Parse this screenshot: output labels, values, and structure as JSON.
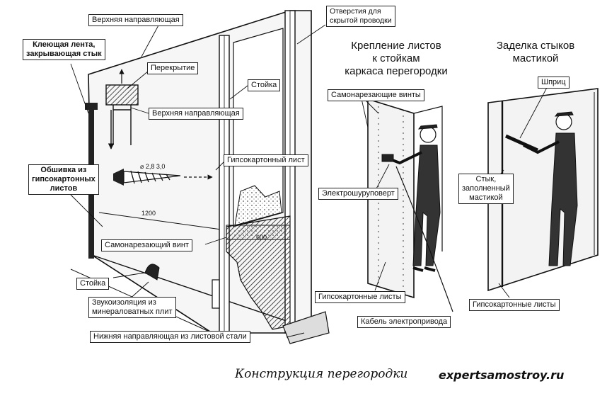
{
  "labels": {
    "top_guide_1": "Верхняя направляющая",
    "adhesive_tape": "Клеющая лента,\nзакрывающая стык",
    "floor_slab": "Перекрытие",
    "top_guide_2": "Верхняя направляющая",
    "stud_top": "Стойка",
    "wiring_holes": "Отверстия для\nскрытой проводки",
    "drywall_sheet": "Гипсокартонный лист",
    "sheathing": "Обшивка из\nгипсокартонных\nлистов",
    "screw_dims": "⌀ 2,8   3,0",
    "dim_1200": "1200",
    "dim_600": "600",
    "self_tapping_screw": "Самонарезающий винт",
    "stud_bottom": "Стойка",
    "sound_insulation": "Звукоизоляция из\nминераловатных плит",
    "bottom_guide": "Нижняя направляющая из листовой стали",
    "screws": "Самонарезающие винты",
    "screwdriver": "Электрошуруповерт",
    "drywall_sheets_1": "Гипсокартонные листы",
    "power_cable": "Кабель электропривода",
    "syringe": "Шприц",
    "joint_filled": "Стык,\nзаполненный\nмастикой",
    "drywall_sheets_2": "Гипсокартонные листы"
  },
  "headings": {
    "fixing": "Крепление листов\nк стойкам\nкаркаса перегородки",
    "sealing": "Заделка стыков\nмастикой"
  },
  "caption": "Конструкция перегородки",
  "site": "expertsamostroy.ru"
}
